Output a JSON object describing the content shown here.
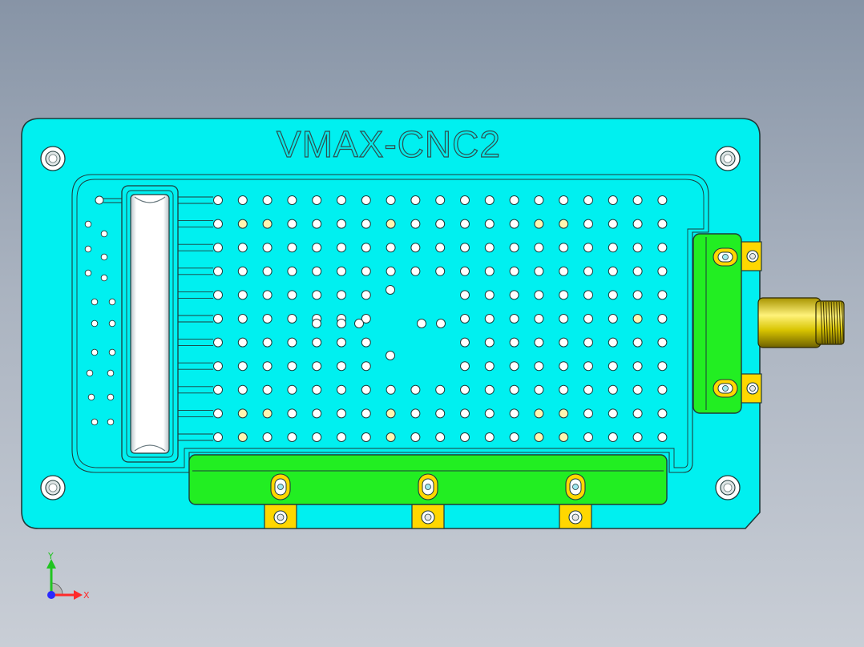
{
  "part": {
    "engraving": "VMAX-CNC2"
  },
  "colors": {
    "base_plate": "#00f0f0",
    "side_clamp": "#22ee22",
    "bottom_clamp": "#22ee22",
    "tab": "#ffd700",
    "connector": "#d8c400",
    "outline": "#1f3b3b",
    "hole": "#ffffff",
    "hole_highlight": "#fff5b0"
  },
  "triad": {
    "x_label": "X",
    "y_label": "Y",
    "x_color": "#ff2a2a",
    "y_color": "#21c421",
    "z_color": "#2a2aff"
  },
  "grid": {
    "columns": 19,
    "rows": 11
  },
  "icons": {
    "mounting_hole": "mounting-hole-icon",
    "screw_tab": "screw-tab-icon",
    "connector": "sma-connector-icon",
    "triad": "axis-triad-icon"
  }
}
